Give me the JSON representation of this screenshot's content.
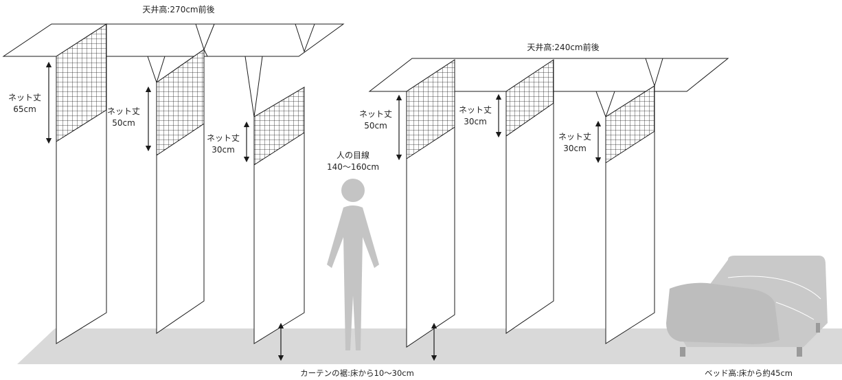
{
  "diagram": {
    "ceiling_left_label": "天井高:270cm前後",
    "ceiling_right_label": "天井高:240cm前後",
    "net_labels": [
      {
        "title": "ネット丈",
        "value": "65cm"
      },
      {
        "title": "ネット丈",
        "value": "50cm"
      },
      {
        "title": "ネット丈",
        "value": "30cm"
      },
      {
        "title": "ネット丈",
        "value": "50cm"
      },
      {
        "title": "ネット丈",
        "value": "30cm"
      },
      {
        "title": "ネット丈",
        "value": "30cm"
      }
    ],
    "eye_line": {
      "title": "人の目線",
      "value": "140〜160cm"
    },
    "hem_label": "カーテンの裾:床から10〜30cm",
    "bed_label": "ベッド高:床から約45cm",
    "colors": {
      "floor": "#d9d9d9",
      "figure": "#c4c4c4",
      "bed": "#c9c9c9",
      "line": "#1a1a1a"
    }
  }
}
